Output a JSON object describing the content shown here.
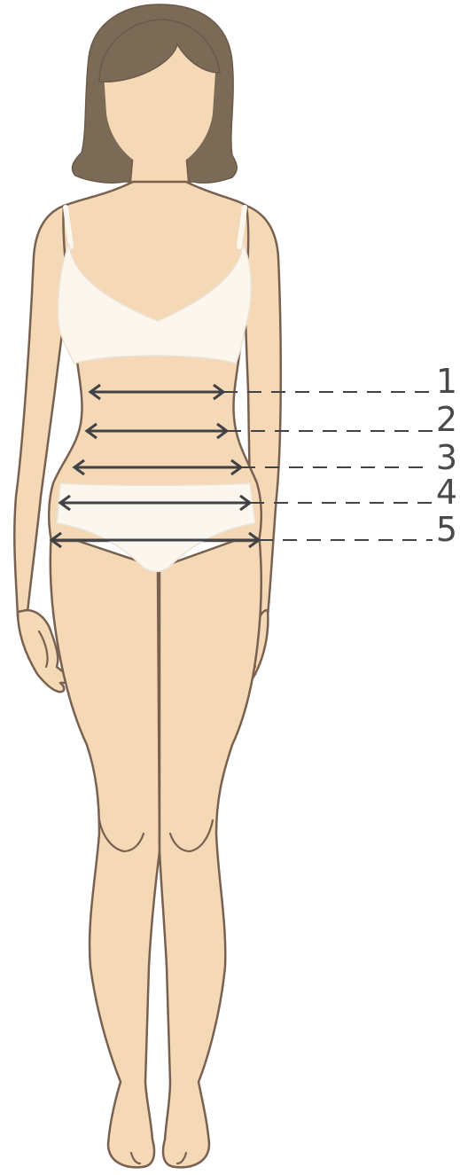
{
  "diagram": {
    "colors": {
      "skin": "#f5d9b6",
      "outline": "#786150",
      "hair": "#7a6a56",
      "garment": "#fbf6ee",
      "measure_line": "#404245"
    },
    "measurement_lines": [
      {
        "label": "1"
      },
      {
        "label": "2"
      },
      {
        "label": "3"
      },
      {
        "label": "4"
      },
      {
        "label": "5"
      }
    ]
  }
}
